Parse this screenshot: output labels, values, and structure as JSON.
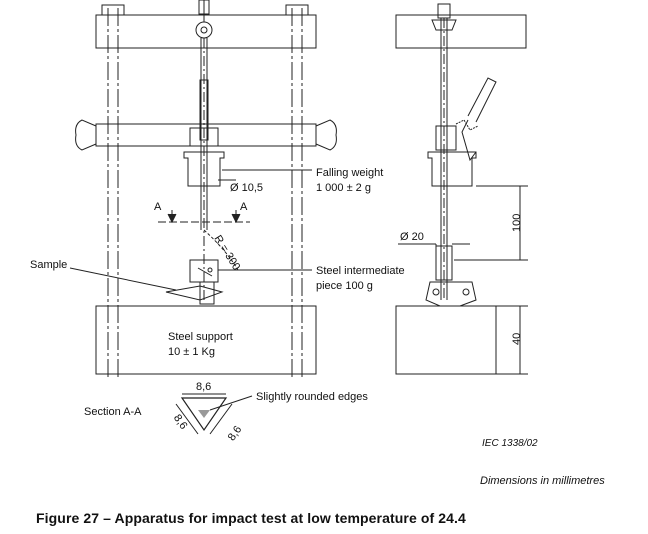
{
  "labels": {
    "falling_weight": "Falling weight",
    "falling_weight_mass": "1 000 ± 2 g",
    "diameter_rod": "Ø 10,5",
    "section_mark": "A",
    "radius": "R = 300",
    "sample": "Sample",
    "steel_intermediate": "Steel intermediate",
    "steel_intermediate_mass": "piece 100 g",
    "steel_support": "Steel support",
    "steel_support_mass": "10 ± 1 Kg",
    "section_aa": "Section A-A",
    "edge_top": "8,6",
    "edge_left": "8,6",
    "edge_right": "8,6",
    "rounded_edges": "Slightly rounded edges",
    "diameter_20": "Ø 20",
    "dim_100": "100",
    "dim_40": "40",
    "iec_ref": "IEC   1338/02",
    "units_note": "Dimensions in millimetres"
  },
  "caption": "Figure 27 – Apparatus for impact test at low temperature of 24.4"
}
